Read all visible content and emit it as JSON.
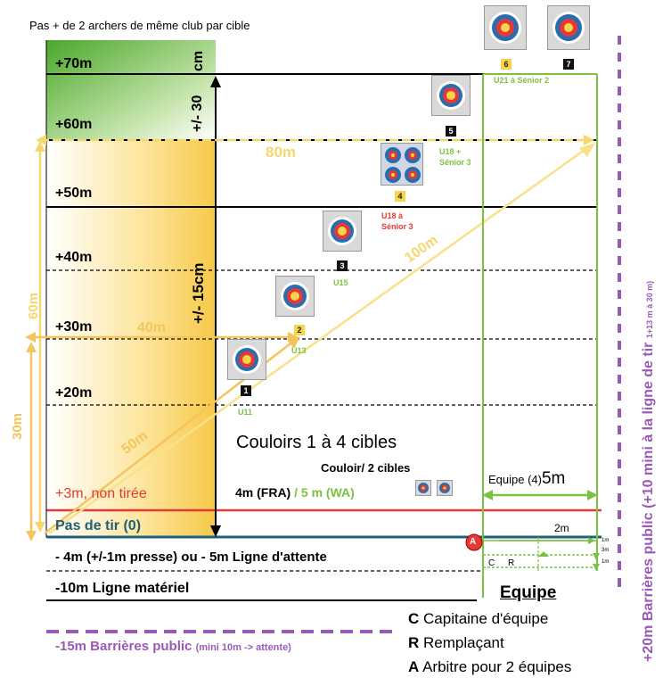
{
  "title_note": "Pas + de 2 archers de même club par cible",
  "distances": {
    "d70": "+70m",
    "d60": "+60m",
    "d50": "+50m",
    "d40": "+40m",
    "d30": "+30m",
    "d20": "+20m"
  },
  "non_tiree": "+3m, non tirée",
  "pas_de_tir": "Pas de tir (0)",
  "ligne_attente": "- 4m (+/-1m presse) ou - 5m Ligne d'attente",
  "ligne_materiel": "-10m Ligne matériel",
  "barrieres_bottom": "-15m Barrières public",
  "barrieres_bottom_note": "(mini 10m -> attente)",
  "barrieres_right": "+20m Barrières public (+10 mini à la ligne de tir",
  "barrieres_right_note": "1+13 m à 30 m)",
  "tolerance_30": "+/- 30",
  "tolerance_30_unit": "cm",
  "tolerance_15": "+/- 15cm",
  "dist_80": "80m",
  "dist_100": "100m",
  "dist_60": "60m",
  "dist_40": "40m",
  "dist_50": "50m",
  "dist_30": "30m",
  "couloirs": "Couloirs 1 à 4 cibles",
  "couloir2": "Couloir/ 2 cibles",
  "fra_label": "4m (FRA)",
  "wa_label": "/ 5 m (WA)",
  "equipe_width_label": "Equipe (4)",
  "equipe_width_value": "5m",
  "width_2m": "2m",
  "m1a": "1m",
  "m3": "3m",
  "m1b": "1m",
  "cr_c": "C",
  "cr_r": "R",
  "arbitre_badge": "A",
  "legend": {
    "title": "Equipe",
    "c_key": "C",
    "c_text": "Capitaine d'équipe",
    "r_key": "R",
    "r_text": "Remplaçant",
    "a_key": "A",
    "a_text": "Arbitre pour 2 équipes"
  },
  "targets": [
    {
      "num": "1",
      "cat": "U11"
    },
    {
      "num": "2",
      "cat": "U13"
    },
    {
      "num": "3",
      "cat": "U15"
    },
    {
      "num": "4",
      "cat": "U18 à Sénior 3"
    },
    {
      "num": "5",
      "cat": "U18 + Sénior 3"
    },
    {
      "num": "6",
      "cat": "U21 à Sénior 2"
    },
    {
      "num": "7",
      "cat": ""
    }
  ],
  "cat_u18a": "U18 à",
  "cat_senior3a": "Sénior 3",
  "cat_u18b": "U18 +",
  "cat_senior3b": "Sénior 3",
  "colors": {
    "green": "#7cc242",
    "red": "#e53935",
    "yellow": "#f5d76e",
    "orange": "#f5c45e",
    "purple": "#9b59b6",
    "teal": "#1f5f7a"
  }
}
